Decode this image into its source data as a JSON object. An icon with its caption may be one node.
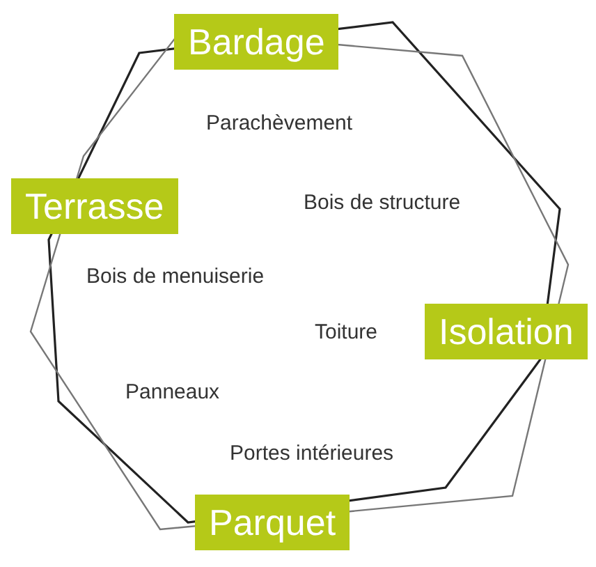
{
  "diagram": {
    "nodes": [
      {
        "text": [
          "Bardage"
        ]
      },
      {
        "text": [
          "Terrasse"
        ]
      },
      {
        "text": [
          "Isolation"
        ]
      },
      {
        "text": [
          "Parquet"
        ]
      }
    ],
    "labels": [
      "Parachèvement",
      "Bois de structure",
      "Bois de menuiserie",
      "Toiture",
      "Panneaux",
      "Portes intérieures"
    ]
  }
}
